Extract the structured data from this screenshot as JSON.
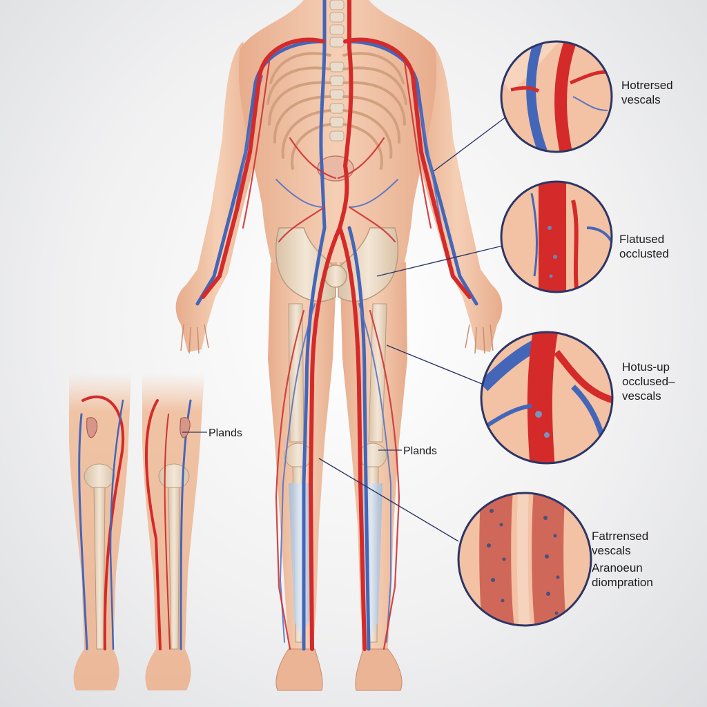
{
  "labels": {
    "callout_1": {
      "line1": "Hotrersed",
      "line2": "vescals"
    },
    "callout_2": {
      "line1": "Flatused",
      "line2": "occlusted"
    },
    "callout_3": {
      "line1": "Hotus-up",
      "line2": "occlused–",
      "line3": "vescals"
    },
    "callout_4": {
      "line1": "Fatrrensed",
      "line2": "vescals",
      "line3": "Aranoeun",
      "line4": "diompration"
    },
    "plands_left": "Plands",
    "plands_center": "Plands"
  },
  "colors": {
    "artery": "#d42a2a",
    "vein": "#4466b8",
    "skin": "#f0c3a5",
    "bone": "#e8d6c0",
    "ring": "#2c3566",
    "leader": "#2c3566"
  }
}
